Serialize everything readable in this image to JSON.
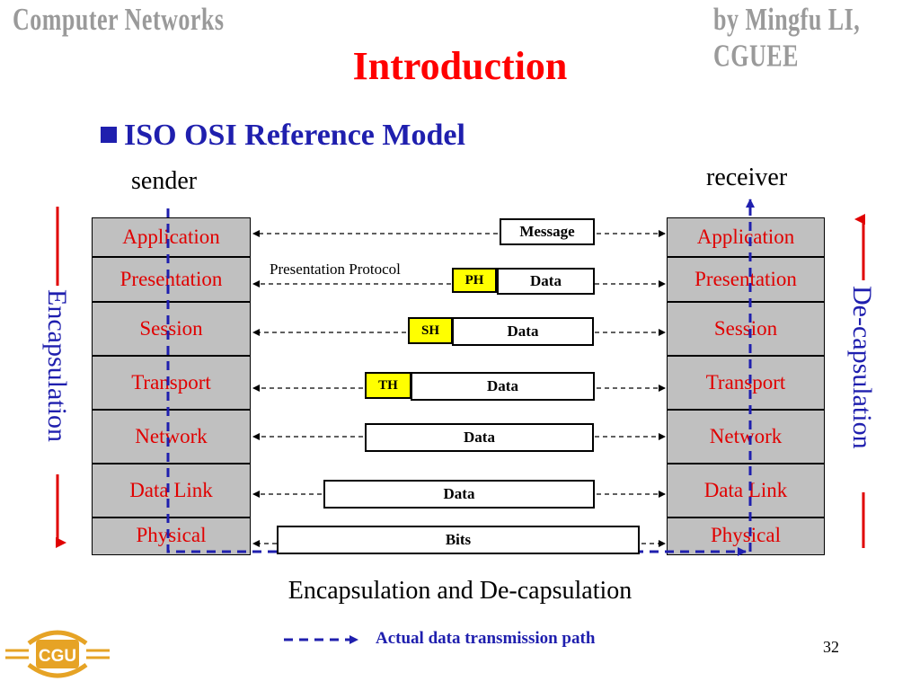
{
  "header": {
    "left": "Computer Networks",
    "right": "by Mingfu LI, CGUEE"
  },
  "title": "Introduction",
  "subtitle": "ISO OSI Reference Model",
  "labels": {
    "sender": "sender",
    "receiver": "receiver",
    "protocol": "Presentation Protocol"
  },
  "layers": [
    "Application",
    "Presentation",
    "Session",
    "Transport",
    "Network",
    "Data Link",
    "Physical"
  ],
  "pdus": {
    "message": "Message",
    "data": "Data",
    "bits": "Bits"
  },
  "headers": {
    "ph": "PH",
    "sh": "SH",
    "th": "TH"
  },
  "sides": {
    "left": "Encapsulation",
    "right": "De-capsulation"
  },
  "caption": "Encapsulation and De-capsulation",
  "legend": "Actual data transmission path",
  "page_number": "32",
  "logo": {
    "text": "CGU"
  },
  "colors": {
    "title": "#ff0000",
    "blue": "#1f1fae",
    "layer_fill": "#c0c0c0",
    "layer_text": "#e00000",
    "header_fill": "#ffff00",
    "logo": "#e6a325"
  }
}
